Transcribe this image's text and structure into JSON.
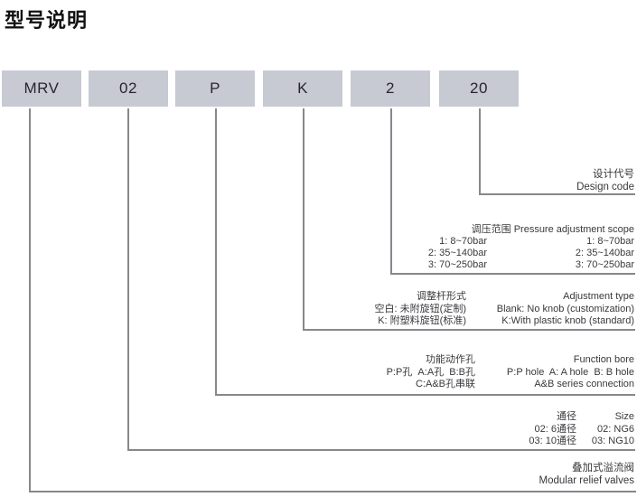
{
  "title": "型号说明",
  "model_code_boxes": [
    "MRV",
    "02",
    "P",
    "K",
    "2",
    "20"
  ],
  "colors": {
    "box_fill": "#c7c9d3",
    "connector_line": "#87878c",
    "body_text": "#39393d",
    "title_text": "#121212"
  },
  "sections": {
    "design_code": {
      "lines": [
        "设计代号",
        "Design code"
      ]
    },
    "pressure_adjustment_scope": {
      "header": "调压范围 Pressure adjustment scope",
      "rows": [
        {
          "cn": "1: 8~70bar",
          "en": "1: 8~70bar"
        },
        {
          "cn": "2: 35~140bar",
          "en": "2: 35~140bar"
        },
        {
          "cn": "3: 70~250bar",
          "en": "3: 70~250bar"
        }
      ]
    },
    "adjustment_type": {
      "rows": [
        {
          "cn": "调整杆形式",
          "en": "Adjustment type"
        },
        {
          "cn": "空白: 未附旋钮(定制)",
          "en": "Blank: No knob (customization)"
        },
        {
          "cn": "K: 附塑料旋钮(标准)",
          "en": "K:With plastic knob (standard)"
        }
      ]
    },
    "function_bore": {
      "rows": [
        {
          "cn": "功能动作孔",
          "en": "Function bore"
        },
        {
          "cn": "P:P孔  A:A孔  B:B孔",
          "en": "P:P hole  A: A hole  B: B hole"
        },
        {
          "cn": "C:A&B孔串联",
          "en": "A&B series connection"
        }
      ]
    },
    "size": {
      "rows": [
        {
          "cn": "通径",
          "en": "Size"
        },
        {
          "cn": "02: 6通径",
          "en": "02: NG6"
        },
        {
          "cn": "03: 10通径",
          "en": "03: NG10"
        }
      ]
    },
    "product": {
      "lines": [
        "叠加式溢流阀",
        "Modular relief valves"
      ]
    }
  }
}
